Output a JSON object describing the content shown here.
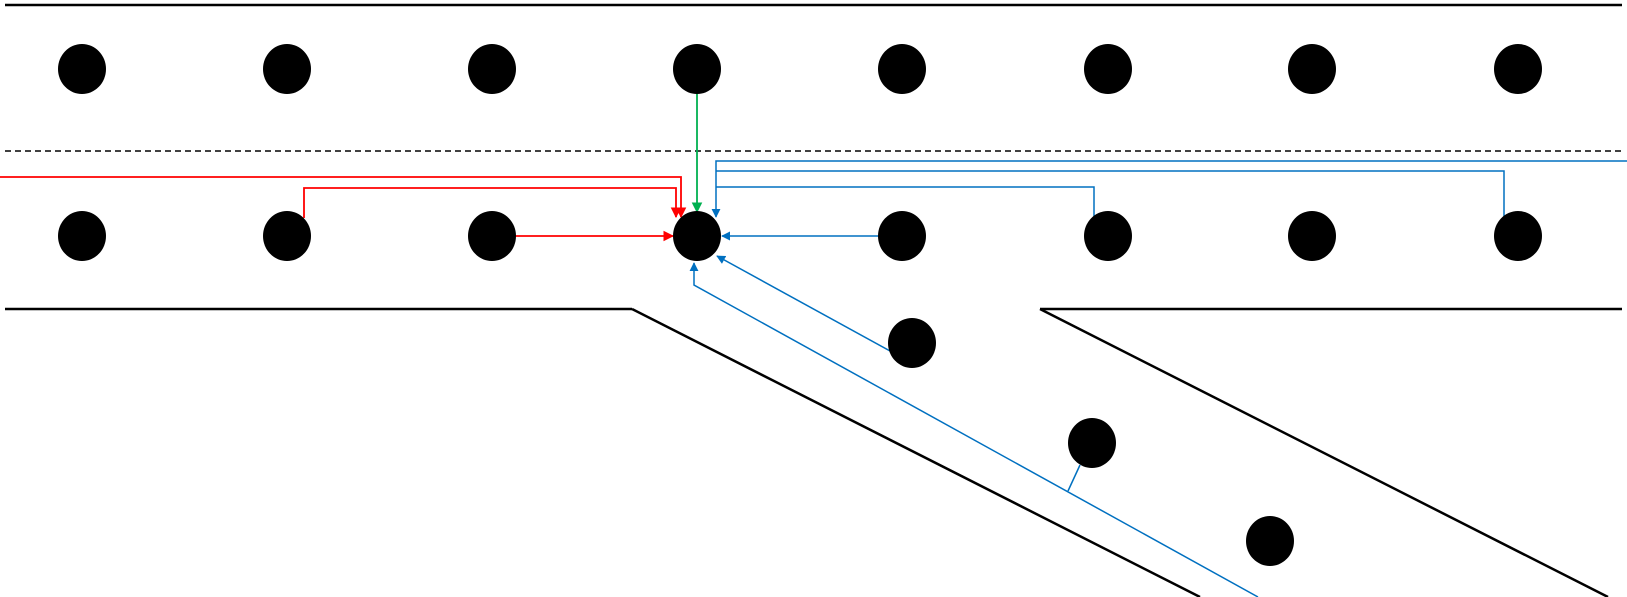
{
  "diagram": {
    "kind": "lane-merge-neighbor-diagram",
    "colors": {
      "boundary": "#000000",
      "vehicle": "#000000",
      "ego_front_link": "#00b050",
      "left_rear_links": "#ff0000",
      "right_and_ramp_links": "#0070c0",
      "lane_divider": "#000000"
    },
    "vehicle_groups": [
      {
        "name": "upper-lane",
        "count": 8
      },
      {
        "name": "lower-lane",
        "count": 8
      },
      {
        "name": "ramp",
        "count": 3
      }
    ],
    "link_groups": [
      {
        "name": "front-neighbor-link",
        "color_key": "ego_front_link",
        "count": 1
      },
      {
        "name": "rear-neighbor-links",
        "color_key": "left_rear_links",
        "count": 3
      },
      {
        "name": "side-and-ramp-links",
        "color_key": "right_and_ramp_links",
        "count": 6
      }
    ]
  }
}
